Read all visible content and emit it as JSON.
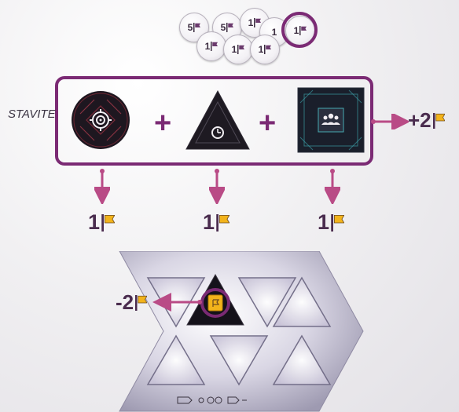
{
  "tokens": [
    {
      "label": "5"
    },
    {
      "label": "5"
    },
    {
      "label": "1"
    },
    {
      "label": "1"
    },
    {
      "label": "1"
    },
    {
      "label": "1"
    },
    {
      "label": "1"
    },
    {
      "label": "1"
    }
  ],
  "frame": {
    "title": "STAVITE",
    "plus_symbol": "+",
    "bonus": "+2"
  },
  "tiles": [
    {
      "name": "circle-tile",
      "icon": "target-icon"
    },
    {
      "name": "triangle-tile",
      "icon": "clock-icon"
    },
    {
      "name": "square-tile",
      "icon": "people-icon"
    }
  ],
  "rewards": [
    "1",
    "1",
    "1"
  ],
  "board": {
    "penalty": "-2"
  },
  "colors": {
    "accent": "#7b2a74",
    "flag_yellow": "#f2b31b",
    "text_dark": "#4a2c4e"
  }
}
